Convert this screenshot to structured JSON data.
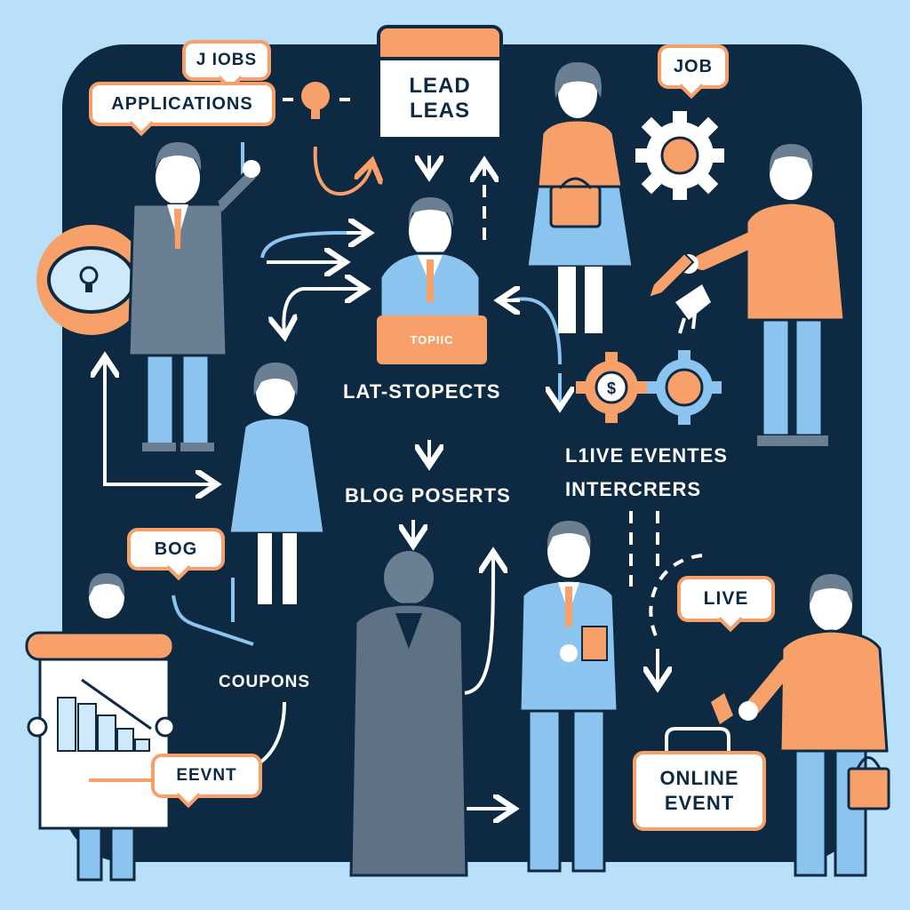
{
  "colors": {
    "background": "#B9E0FB",
    "panel": "#0D2A42",
    "accent_orange": "#F7A06A",
    "figure_blue": "#8CC4F0",
    "figure_gray": "#6B7F93",
    "white": "#FFFFFF"
  },
  "bubbles": {
    "jobs": "J IOBS",
    "applications": "APPLICATIONS",
    "job": "JOB",
    "bog": "BOG",
    "eevnt": "EEVNT",
    "live": "LIVE"
  },
  "calendar": {
    "line1": "LEAD",
    "line2": "LEAS"
  },
  "topic_sign": "TOPIIC",
  "labels": {
    "lat_stopects": "LAT-STOPECTS",
    "blog_poserts": "BLOG POSERTS",
    "live_eventes": "L1IVE EVENTES",
    "intercrers": "INTERCRERS",
    "coupons": "COUPONS"
  },
  "online_event": {
    "line1": "ONLINE",
    "line2": "EVENT"
  },
  "icons": [
    "lightbulb-icon",
    "cloud-lightbulb-icon",
    "gear-icon",
    "dollar-gear-icon",
    "calendar-icon",
    "bar-chart-board-icon",
    "pen-icon",
    "shopping-bag-icon"
  ]
}
